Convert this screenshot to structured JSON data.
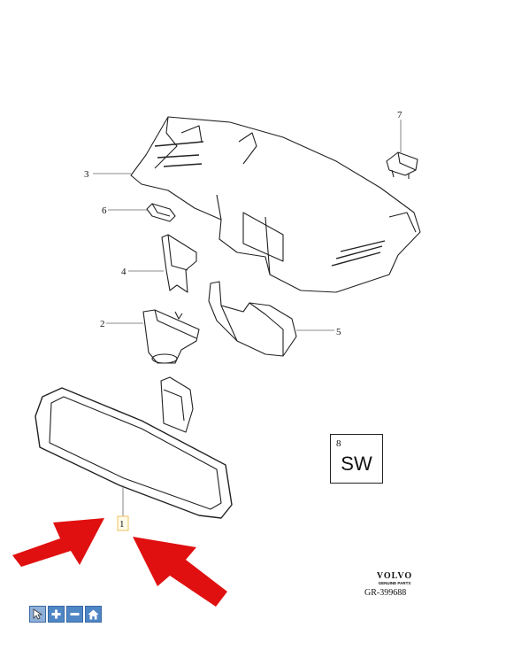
{
  "callouts": {
    "c1": "1",
    "c2": "2",
    "c3": "3",
    "c4": "4",
    "c5": "5",
    "c6": "6",
    "c7": "7"
  },
  "sw_box": {
    "number": "8",
    "text": "SW"
  },
  "brand": {
    "name": "VOLVO",
    "subtitle": "GENUINE PARTS"
  },
  "reference": "GR-399688",
  "toolbar": {
    "select_icon": "cursor-icon",
    "zoom_in_icon": "plus-icon",
    "zoom_out_icon": "minus-icon",
    "home_icon": "home-icon"
  },
  "colors": {
    "arrow": "#e01010",
    "toolbar": "#4f86c6",
    "highlight": "#f0c060"
  }
}
